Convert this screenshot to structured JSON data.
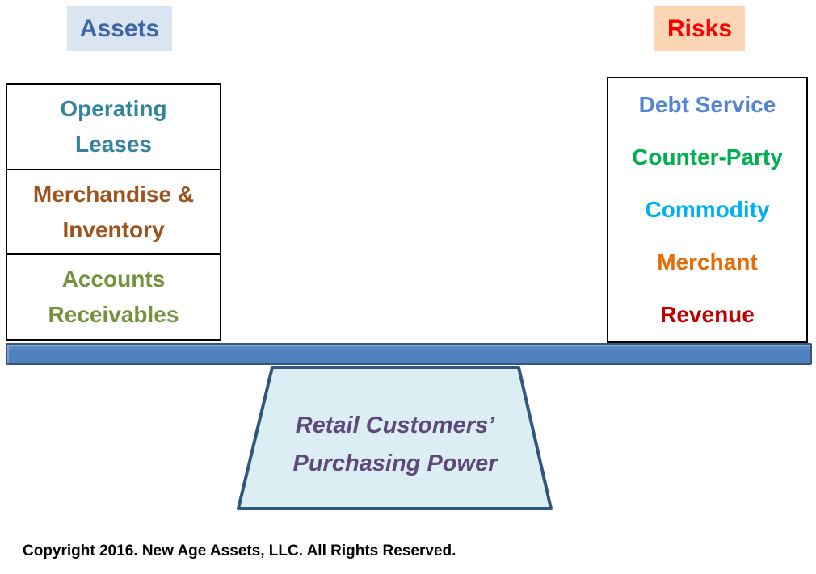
{
  "headers": {
    "assets": {
      "label": "Assets",
      "text_color": "#3B66A8",
      "bg_color": "#DBE5F1"
    },
    "risks": {
      "label": "Risks",
      "text_color": "#FF0000",
      "bg_color": "#FCD5B4"
    }
  },
  "assets_box": {
    "items": [
      {
        "line1": "Operating",
        "line2": "Leases",
        "color": "#31849B"
      },
      {
        "line1": "Merchandise &",
        "line2": "Inventory",
        "color": "#A0521D"
      },
      {
        "line1": "Accounts",
        "line2": "Receivables",
        "color": "#76923C"
      }
    ]
  },
  "risks_box": {
    "items": [
      {
        "label": "Debt Service",
        "color": "#5484D4"
      },
      {
        "label": "Counter-Party",
        "color": "#00B050"
      },
      {
        "label": "Commodity",
        "color": "#00B0F0"
      },
      {
        "label": "Merchant",
        "color": "#E36C0A"
      },
      {
        "label": "Revenue",
        "color": "#C00000"
      }
    ]
  },
  "beam": {
    "fill": "#4F81BD",
    "border": "#37567E"
  },
  "fulcrum": {
    "line1": "Retail Customers’",
    "line2": "Purchasing Power",
    "text_color": "#5F497A",
    "fill": "#DAEEF3",
    "border": "#31567D"
  },
  "footer": {
    "copyright": "Copyright 2016. New Age Assets, LLC. All Rights Reserved."
  }
}
